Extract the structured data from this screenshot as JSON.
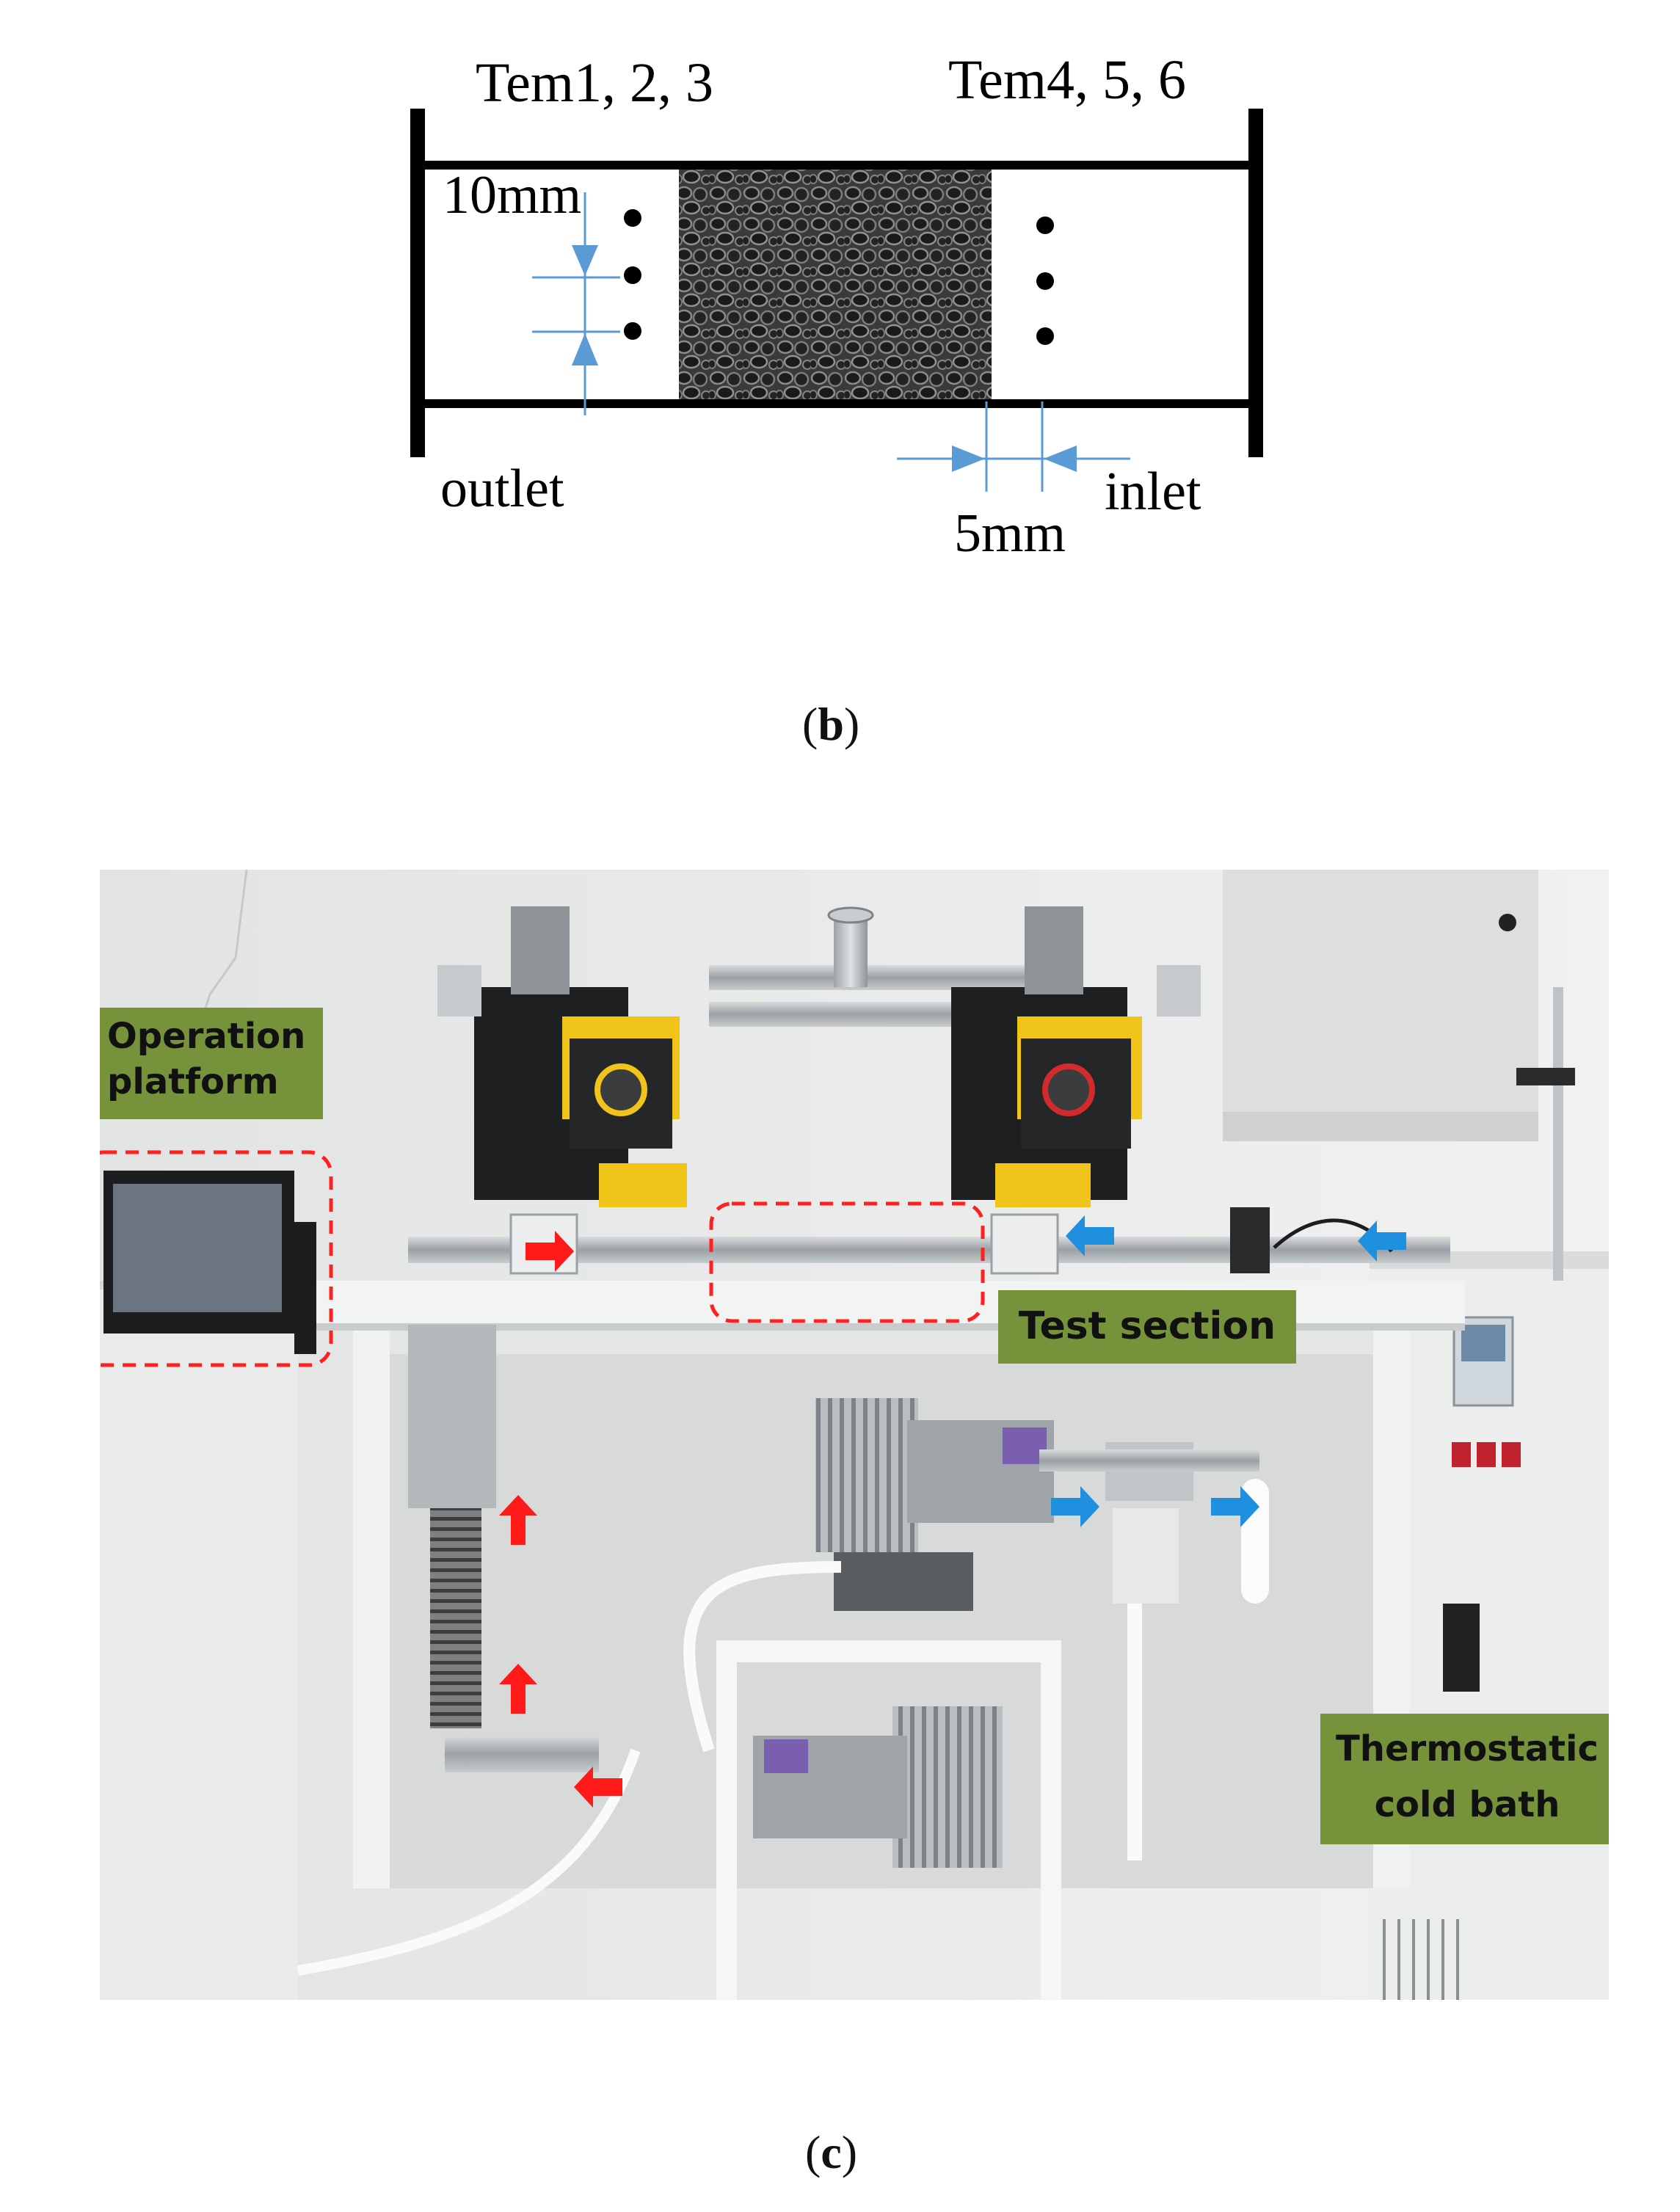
{
  "figure_b": {
    "label_tem_left": "Tem1, 2, 3",
    "label_tem_right": "Tem4, 5, 6",
    "label_10mm": "10mm",
    "label_5mm": "5mm",
    "label_outlet": "outlet",
    "label_inlet": "inlet",
    "caption_letter": "b"
  },
  "figure_c": {
    "label_operation_line1": "Operation",
    "label_operation_line2": "platform",
    "label_test_section": "Test section",
    "label_cold_bath_line1": "Thermostatic",
    "label_cold_bath_line2": "cold bath",
    "caption_letter": "c"
  },
  "colors": {
    "dimension_blue": "#5b9bd5",
    "label_green": "#76933c",
    "flow_red": "#ff1a1a",
    "flow_blue": "#1f8fe0",
    "highlight_dash": "#ff2020"
  }
}
